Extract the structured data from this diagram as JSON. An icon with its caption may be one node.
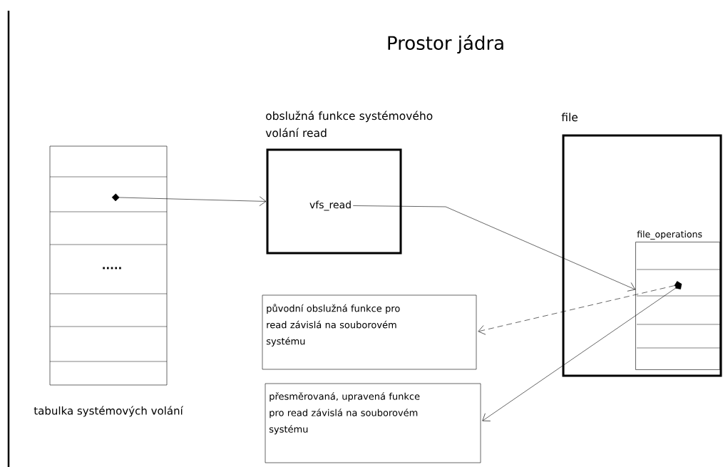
{
  "diagram": {
    "title": "Prostor jádra",
    "nodes": [
      {
        "text": [
          "tabulka systémových volání"
        ]
      },
      {
        "text": [
          "obslužná funkce systémového volání read"
        ]
      },
      {
        "text": [
          "vfs_read"
        ],
        "in": 1
      },
      {
        "text": [
          "file"
        ]
      },
      {
        "text": [
          "file_operations"
        ],
        "in": 3
      },
      {
        "text": [
          "původní obslužná funkce pro read závislá na souborovém systému"
        ]
      },
      {
        "text": [
          "přesměrovaná, upravená funkce pro read závislá na souborovém systému"
        ]
      }
    ],
    "edges": [
      {
        "from": 0,
        "to": 1,
        "arrow": "to"
      },
      {
        "from": 2,
        "to": 4,
        "arrow": "to"
      },
      {
        "from": 4,
        "to": 5,
        "arrow": "to",
        "style": "dashed"
      },
      {
        "from": 4,
        "to": 6,
        "arrow": "to"
      }
    ],
    "labels": [
      "....."
    ]
  }
}
